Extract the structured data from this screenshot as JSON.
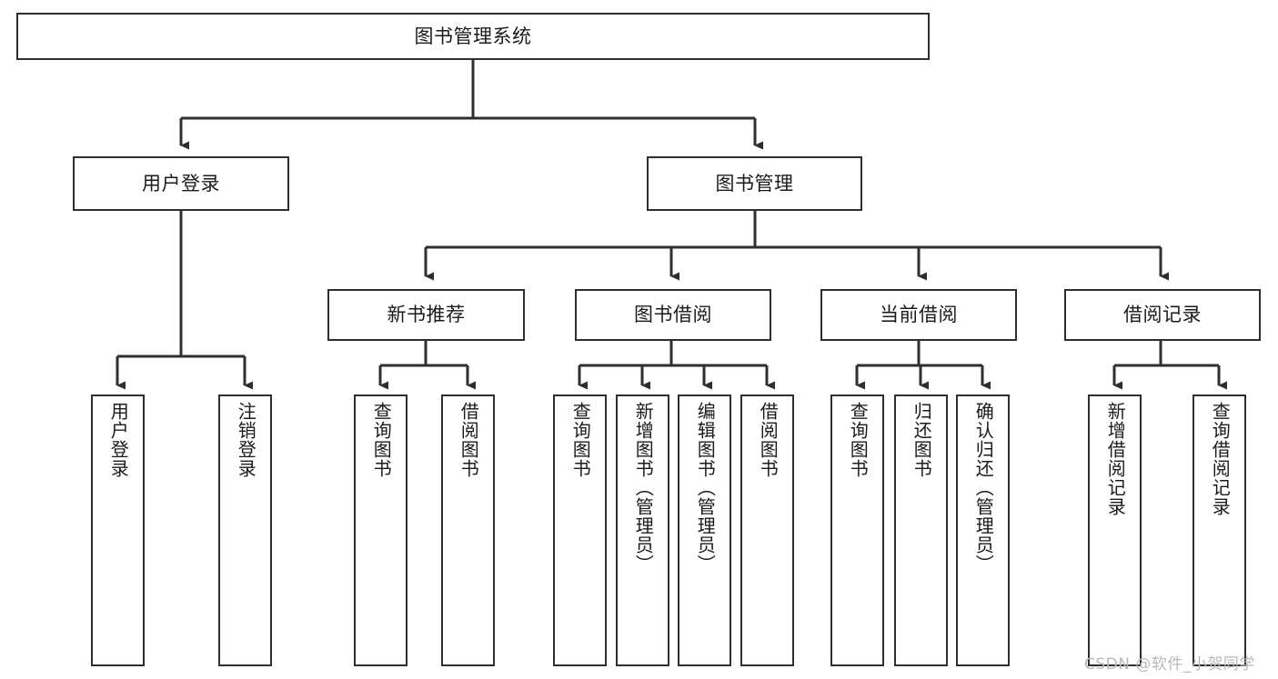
{
  "diagram": {
    "type": "tree-hierarchy-chart",
    "title": "图书管理系统",
    "stroke_color": "#2f2f2f",
    "fill_color": "#ffffff",
    "text_color": "#1b1b1b",
    "watermark": "CSDN @软件_小贺同学",
    "levels": [
      {
        "level": 0,
        "nodes": [
          {
            "id": "root",
            "label": "图书管理系统",
            "orientation": "horizontal"
          }
        ]
      },
      {
        "level": 1,
        "nodes": [
          {
            "id": "login",
            "label": "用户登录",
            "orientation": "horizontal",
            "parent": "root"
          },
          {
            "id": "bookmgmt",
            "label": "图书管理",
            "orientation": "horizontal",
            "parent": "root"
          }
        ]
      },
      {
        "level": 2,
        "nodes": [
          {
            "id": "newbook",
            "label": "新书推荐",
            "orientation": "horizontal",
            "parent": "bookmgmt"
          },
          {
            "id": "borrow",
            "label": "图书借阅",
            "orientation": "horizontal",
            "parent": "bookmgmt"
          },
          {
            "id": "current",
            "label": "当前借阅",
            "orientation": "horizontal",
            "parent": "bookmgmt"
          },
          {
            "id": "records",
            "label": "借阅记录",
            "orientation": "horizontal",
            "parent": "bookmgmt"
          }
        ]
      },
      {
        "level": 3,
        "nodes": [
          {
            "id": "leaf1",
            "label": "用户登录",
            "orientation": "vertical",
            "parent": "login"
          },
          {
            "id": "leaf2",
            "label": "注销登录",
            "orientation": "vertical",
            "parent": "login"
          },
          {
            "id": "leaf3",
            "label": "查询图书",
            "orientation": "vertical",
            "parent": "newbook"
          },
          {
            "id": "leaf4",
            "label": "借阅图书",
            "orientation": "vertical",
            "parent": "newbook"
          },
          {
            "id": "leaf5",
            "label": "查询图书",
            "orientation": "vertical",
            "parent": "borrow"
          },
          {
            "id": "leaf6",
            "label": "新增图书（管理员）",
            "orientation": "vertical",
            "parent": "borrow"
          },
          {
            "id": "leaf7",
            "label": "编辑图书（管理员）",
            "orientation": "vertical",
            "parent": "borrow"
          },
          {
            "id": "leaf8",
            "label": "借阅图书",
            "orientation": "vertical",
            "parent": "borrow"
          },
          {
            "id": "leaf9",
            "label": "查询图书",
            "orientation": "vertical",
            "parent": "current"
          },
          {
            "id": "leaf10",
            "label": "归还图书",
            "orientation": "vertical",
            "parent": "current"
          },
          {
            "id": "leaf11",
            "label": "确认归还（管理员）",
            "orientation": "vertical",
            "parent": "current"
          },
          {
            "id": "leaf12",
            "label": "新增借阅记录",
            "orientation": "vertical",
            "parent": "records"
          },
          {
            "id": "leaf13",
            "label": "查询借阅记录",
            "orientation": "vertical",
            "parent": "records"
          }
        ]
      }
    ]
  }
}
